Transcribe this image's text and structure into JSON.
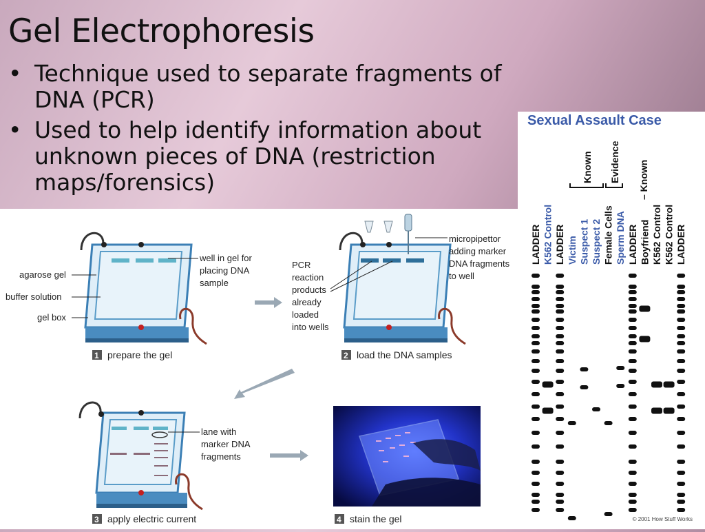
{
  "slide": {
    "title": "Gel Electrophoresis",
    "bullets": [
      {
        "text": "Technique used to separate fragments of DNA (PCR)"
      },
      {
        "text": "Used to help identify information about unknown pieces of DNA (restriction maps/forensics)"
      }
    ],
    "bullet_symbol": "•"
  },
  "figure": {
    "labels": {
      "well": [
        "well in gel for",
        "placing DNA",
        "sample"
      ],
      "agarose": "agarose gel",
      "buffer": "buffer solution",
      "gelbox": "gel box",
      "pcr": [
        "PCR",
        "reaction",
        "products",
        "already",
        "loaded",
        "into wells"
      ],
      "micropipettor": [
        "micropipettor",
        "adding marker",
        "DNA fragments",
        "to well"
      ],
      "lane": [
        "lane with",
        "marker DNA",
        "fragments"
      ]
    },
    "steps": [
      {
        "num": "1",
        "caption": "prepare the gel"
      },
      {
        "num": "2",
        "caption": "load the DNA samples"
      },
      {
        "num": "3",
        "caption": "apply electric current"
      },
      {
        "num": "4",
        "caption": "stain the gel"
      }
    ]
  },
  "case": {
    "title": "Sexual Assault Case",
    "group_labels": {
      "known": "Known",
      "evidence": "Evidence",
      "known2": "– Known"
    },
    "lanes": [
      {
        "label": "LADDER",
        "color": "#111111"
      },
      {
        "label": "K562 Control",
        "color": "#3a5aa8"
      },
      {
        "label": "LADDER",
        "color": "#111111"
      },
      {
        "label": "Victim",
        "color": "#3a5aa8"
      },
      {
        "label": "Suspect 1",
        "color": "#3a5aa8"
      },
      {
        "label": "Suspect 2",
        "color": "#3a5aa8"
      },
      {
        "label": "Female Cells",
        "color": "#111111"
      },
      {
        "label": "Sperm DNA",
        "color": "#3a5aa8"
      },
      {
        "label": "LADDER",
        "color": "#111111"
      },
      {
        "label": "Boyfriend",
        "color": "#111111"
      },
      {
        "label": "K562 Control",
        "color": "#111111"
      },
      {
        "label": "K562 Control",
        "color": "#111111"
      },
      {
        "label": "LADDER",
        "color": "#111111"
      }
    ],
    "copyright": "© 2001 How Stuff Works"
  }
}
